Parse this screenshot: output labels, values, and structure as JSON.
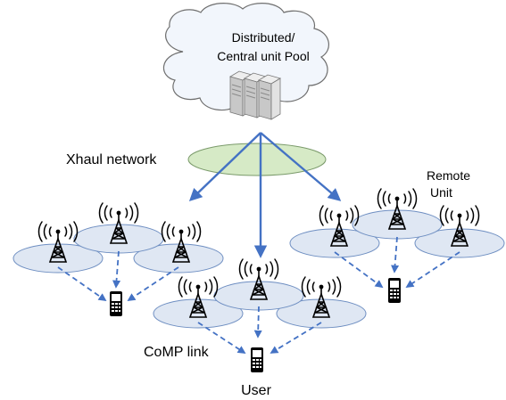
{
  "cloud": {
    "label_line1": "Distributed/",
    "label_line2": "Central unit Pool"
  },
  "xhaul": {
    "label": "Xhaul network"
  },
  "labels": {
    "remote_unit_line1": "Remote",
    "remote_unit_line2": "Unit",
    "comp_link": "CoMP link",
    "user": "User"
  },
  "colors": {
    "arrow": "#4472c4",
    "cell_fill": "#dfe7f3",
    "ellipse_fill": "#d6eac6"
  },
  "icons": {
    "servers": "server-rack-icon",
    "antenna": "cell-tower-icon",
    "phone": "mobile-phone-icon"
  }
}
